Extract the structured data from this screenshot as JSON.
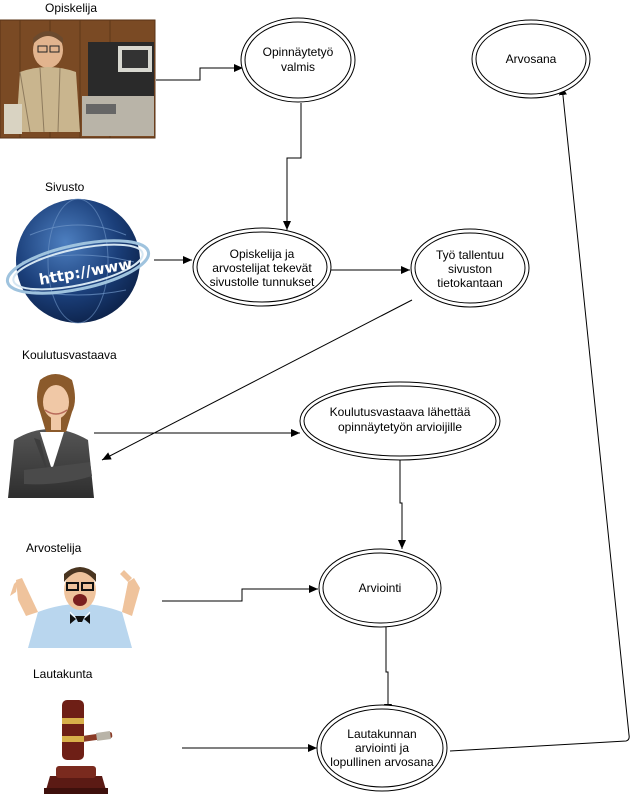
{
  "actors": [
    {
      "id": "opiskelija",
      "label": "Opiskelija",
      "icon": "student-computer-photo"
    },
    {
      "id": "sivusto",
      "label": "Sivusto",
      "icon": "www-globe-icon"
    },
    {
      "id": "koulutusvastaava",
      "label": "Koulutusvastaava",
      "icon": "businesswoman-photo"
    },
    {
      "id": "arvostelija",
      "label": "Arvostelija",
      "icon": "excited-man-photo"
    },
    {
      "id": "lautakunta",
      "label": "Lautakunta",
      "icon": "gavel-icon"
    }
  ],
  "nodes": [
    {
      "id": "opinnaytetyo",
      "lines": [
        "Opinnäytetyö",
        "valmis"
      ]
    },
    {
      "id": "arvosana",
      "lines": [
        "Arvosana"
      ]
    },
    {
      "id": "tunnukset",
      "lines": [
        "Opiskelija ja",
        "arvostelijat tekevät",
        "sivustolle tunnukset"
      ]
    },
    {
      "id": "tallentuu",
      "lines": [
        "Työ tallentuu",
        "sivuston",
        "tietokantaan"
      ]
    },
    {
      "id": "lahettaa",
      "lines": [
        "Koulutusvastaava lähettää",
        "opinnäytetyön arvioijille"
      ]
    },
    {
      "id": "arviointi",
      "lines": [
        "Arviointi"
      ]
    },
    {
      "id": "lautakunnan",
      "lines": [
        "Lautakunnan",
        "arviointi ja",
        "lopullinen arvosana"
      ]
    }
  ],
  "globe_text": "http://www",
  "colors": {
    "stroke": "#000000",
    "globe": "#1b3f7a",
    "ring": "#9fc3de"
  }
}
